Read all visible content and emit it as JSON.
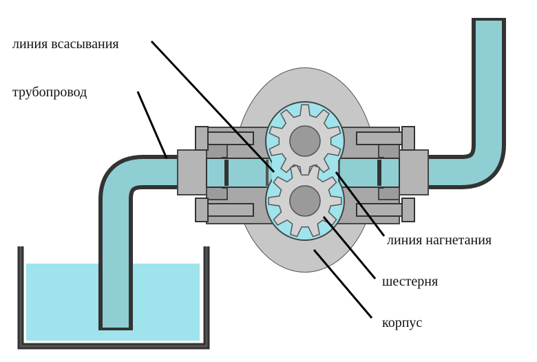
{
  "labels": {
    "suction_line": "линия всасывания",
    "pipeline": "трубопровод",
    "discharge_line": "линия нагнетания",
    "gear": "шестерня",
    "housing": "корпус"
  },
  "colors": {
    "liquid": "#9fe3ec",
    "pipe_liquid": "#8fcfd4",
    "housing": "#bdbdbd",
    "housing_dark": "#9a9a9a",
    "gear": "#d2d2d2",
    "outline": "#222222",
    "flange": "#a8a8a8"
  },
  "gear_teeth": 10
}
